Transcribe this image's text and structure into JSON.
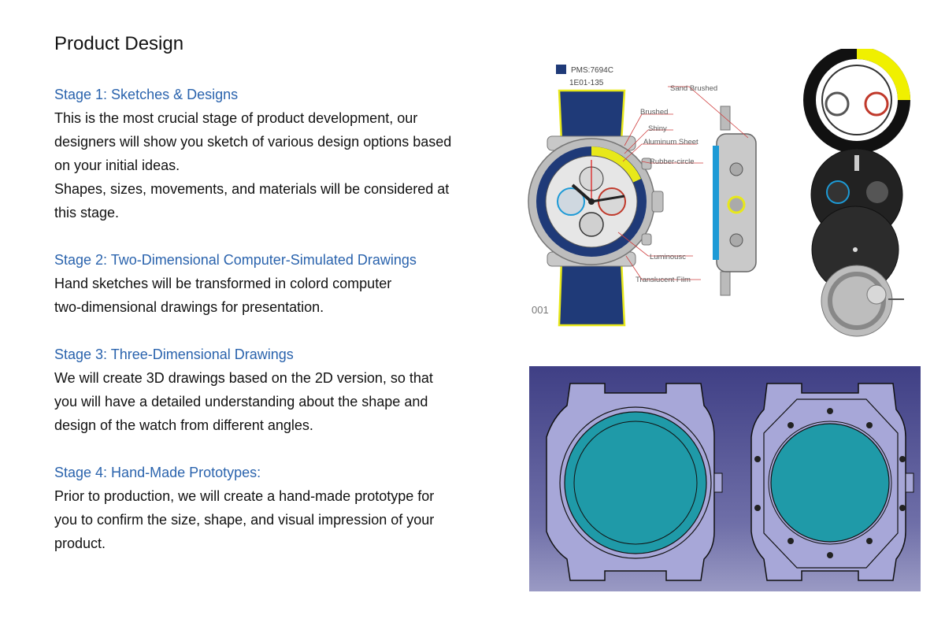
{
  "page": {
    "title": "Product Design"
  },
  "stages": [
    {
      "heading": "Stage 1: Sketches & Designs",
      "lines": [
        "This is the most crucial stage of product development, our",
        "designers will show you sketch of various design options based",
        "on your initial ideas.",
        "Shapes, sizes, movements, and materials will be considered at",
        "this stage."
      ]
    },
    {
      "heading": "Stage 2: Two-Dimensional Computer-Simulated Drawings",
      "lines": [
        "Hand sketches will be transformed in colord computer",
        "two-dimensional drawings for presentation."
      ]
    },
    {
      "heading": "Stage 3: Three-Dimensional Drawings",
      "lines": [
        "We will create 3D drawings based on the 2D version, so that",
        "you will have a detailed understanding about  the shape and",
        "design of the watch from different angles."
      ]
    },
    {
      "heading": "Stage 4: Hand-Made Prototypes:",
      "lines": [
        "Prior to production, we will create a hand-made prototype for",
        "you to confirm the size, shape, and visual impression of your",
        "product."
      ]
    }
  ],
  "watch_drawing": {
    "pms": "PMS:7694C",
    "code": "1E01-135",
    "number": "001",
    "pms_color": "#1f3a78",
    "callouts": {
      "sand_brushed": "Sand Brushed",
      "brushed": "Brushed",
      "shiny": "Shiny",
      "aluminum_sheet": "Aluminum Sheet",
      "rubber_circle": "Rubber-circle",
      "luminous": "Luminousc",
      "translucent_film": "Translucent Film"
    }
  },
  "colors": {
    "heading_blue": "#2a63ad",
    "strap_navy": "#1f3a78",
    "accent_yellow": "#e8e81a",
    "cad_background": "#4a4a8a",
    "cad_glass": "#1f9aa8"
  }
}
